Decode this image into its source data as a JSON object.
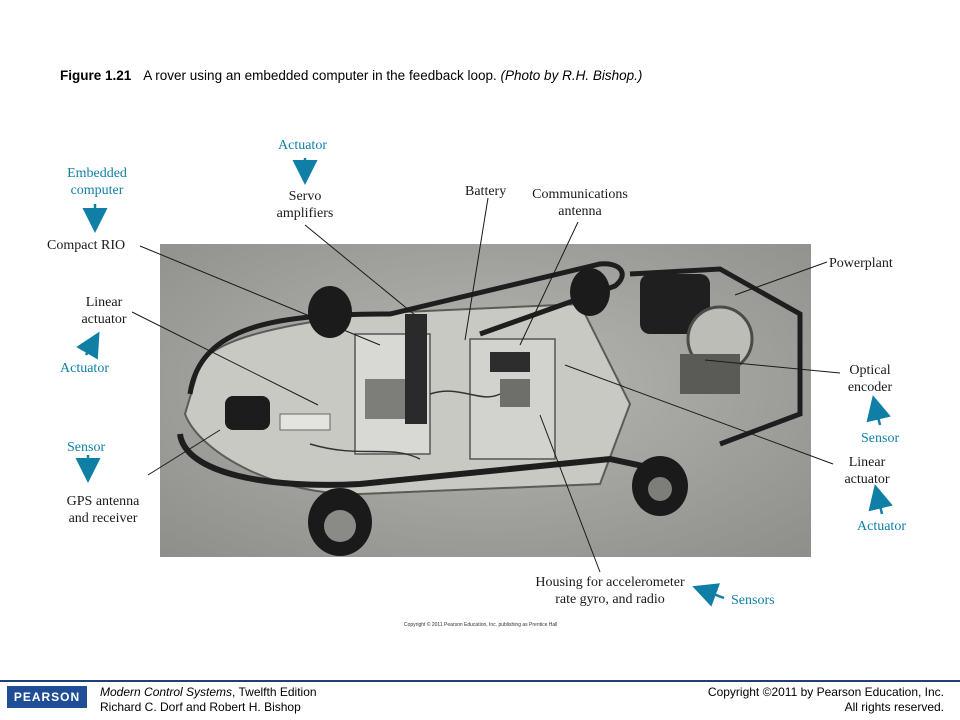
{
  "caption": {
    "figure_number": "Figure 1.21",
    "text": "A rover using an embedded computer in the feedback loop.",
    "credit": "(Photo by R.H. Bishop.)"
  },
  "labels": {
    "embedded_computer": "Embedded computer",
    "compact_rio": "Compact RIO",
    "linear_actuator_left": "Linear actuator",
    "actuator_left": "Actuator",
    "sensor_left": "Sensor",
    "gps": "GPS antenna and receiver",
    "actuator_top": "Actuator",
    "servo_amplifiers": "Servo amplifiers",
    "battery": "Battery",
    "comm_antenna": "Communications antenna",
    "powerplant": "Powerplant",
    "optical_encoder": "Optical encoder",
    "sensor_right": "Sensor",
    "linear_actuator_right": "Linear actuator",
    "actuator_right": "Actuator",
    "housing": "Housing for accelerometer rate gyro, and radio",
    "sensors": "Sensors"
  },
  "photo_copyright": "Copyright © 2011 Pearson Education, Inc. publishing as Prentice Hall",
  "footer": {
    "logo": "PEARSON",
    "book_title": "Modern Control Systems",
    "edition": ", Twelfth Edition",
    "authors": "Richard C. Dorf and Robert H. Bishop",
    "copyright": "Copyright ©2011 by Pearson Education, Inc.",
    "rights": "All rights reserved."
  },
  "colors": {
    "accent_blue": "#0f7fa6",
    "footer_blue": "#1f3f77",
    "logo_blue": "#1f4e96"
  }
}
